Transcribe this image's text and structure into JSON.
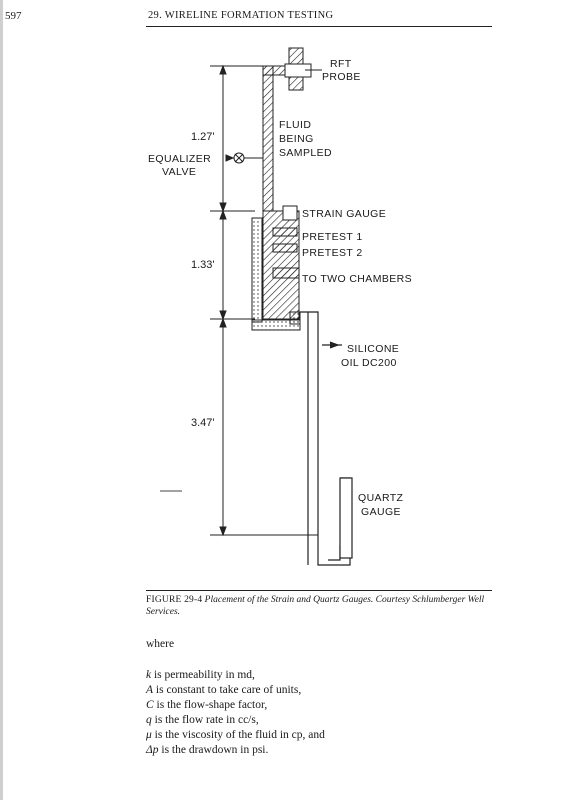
{
  "header": {
    "page_number": "597",
    "running_title": "29. WIRELINE FORMATION TESTING"
  },
  "figure": {
    "labels": {
      "rft_probe_line1": "RFT",
      "rft_probe_line2": "PROBE",
      "fluid_line1": "FLUID",
      "fluid_line2": "BEING",
      "fluid_line3": "SAMPLED",
      "equalizer_line1": "EQUALIZER",
      "equalizer_line2": "VALVE",
      "strain_gauge": "STRAIN GAUGE",
      "pretest1": "PRETEST 1",
      "pretest2": "PRETEST 2",
      "to_two_chambers": "TO TWO CHAMBERS",
      "silicone_line1": "SILICONE",
      "silicone_line2": "OIL DC200",
      "quartz_line1": "QUARTZ",
      "quartz_line2": "GAUGE"
    },
    "dimensions": {
      "d1": "1.27'",
      "d2": "1.33'",
      "d3": "3.47'"
    },
    "caption_number": "FIGURE 29-4",
    "caption_text": "Placement of the Strain and Quartz Gauges. Courtesy Schlumberger Well Services."
  },
  "body": {
    "where": "where",
    "definitions": [
      {
        "symbol": "k",
        "text": " is permeability in md,"
      },
      {
        "symbol": "A",
        "text": " is constant to take care of units,"
      },
      {
        "symbol": "C",
        "text": " is the flow-shape factor,"
      },
      {
        "symbol": "q",
        "text": " is the flow rate in cc/s,"
      },
      {
        "symbol": "μ",
        "text": " is the viscosity of the fluid in cp, and"
      },
      {
        "symbol": "Δp",
        "text": " is the drawdown in psi."
      }
    ]
  }
}
